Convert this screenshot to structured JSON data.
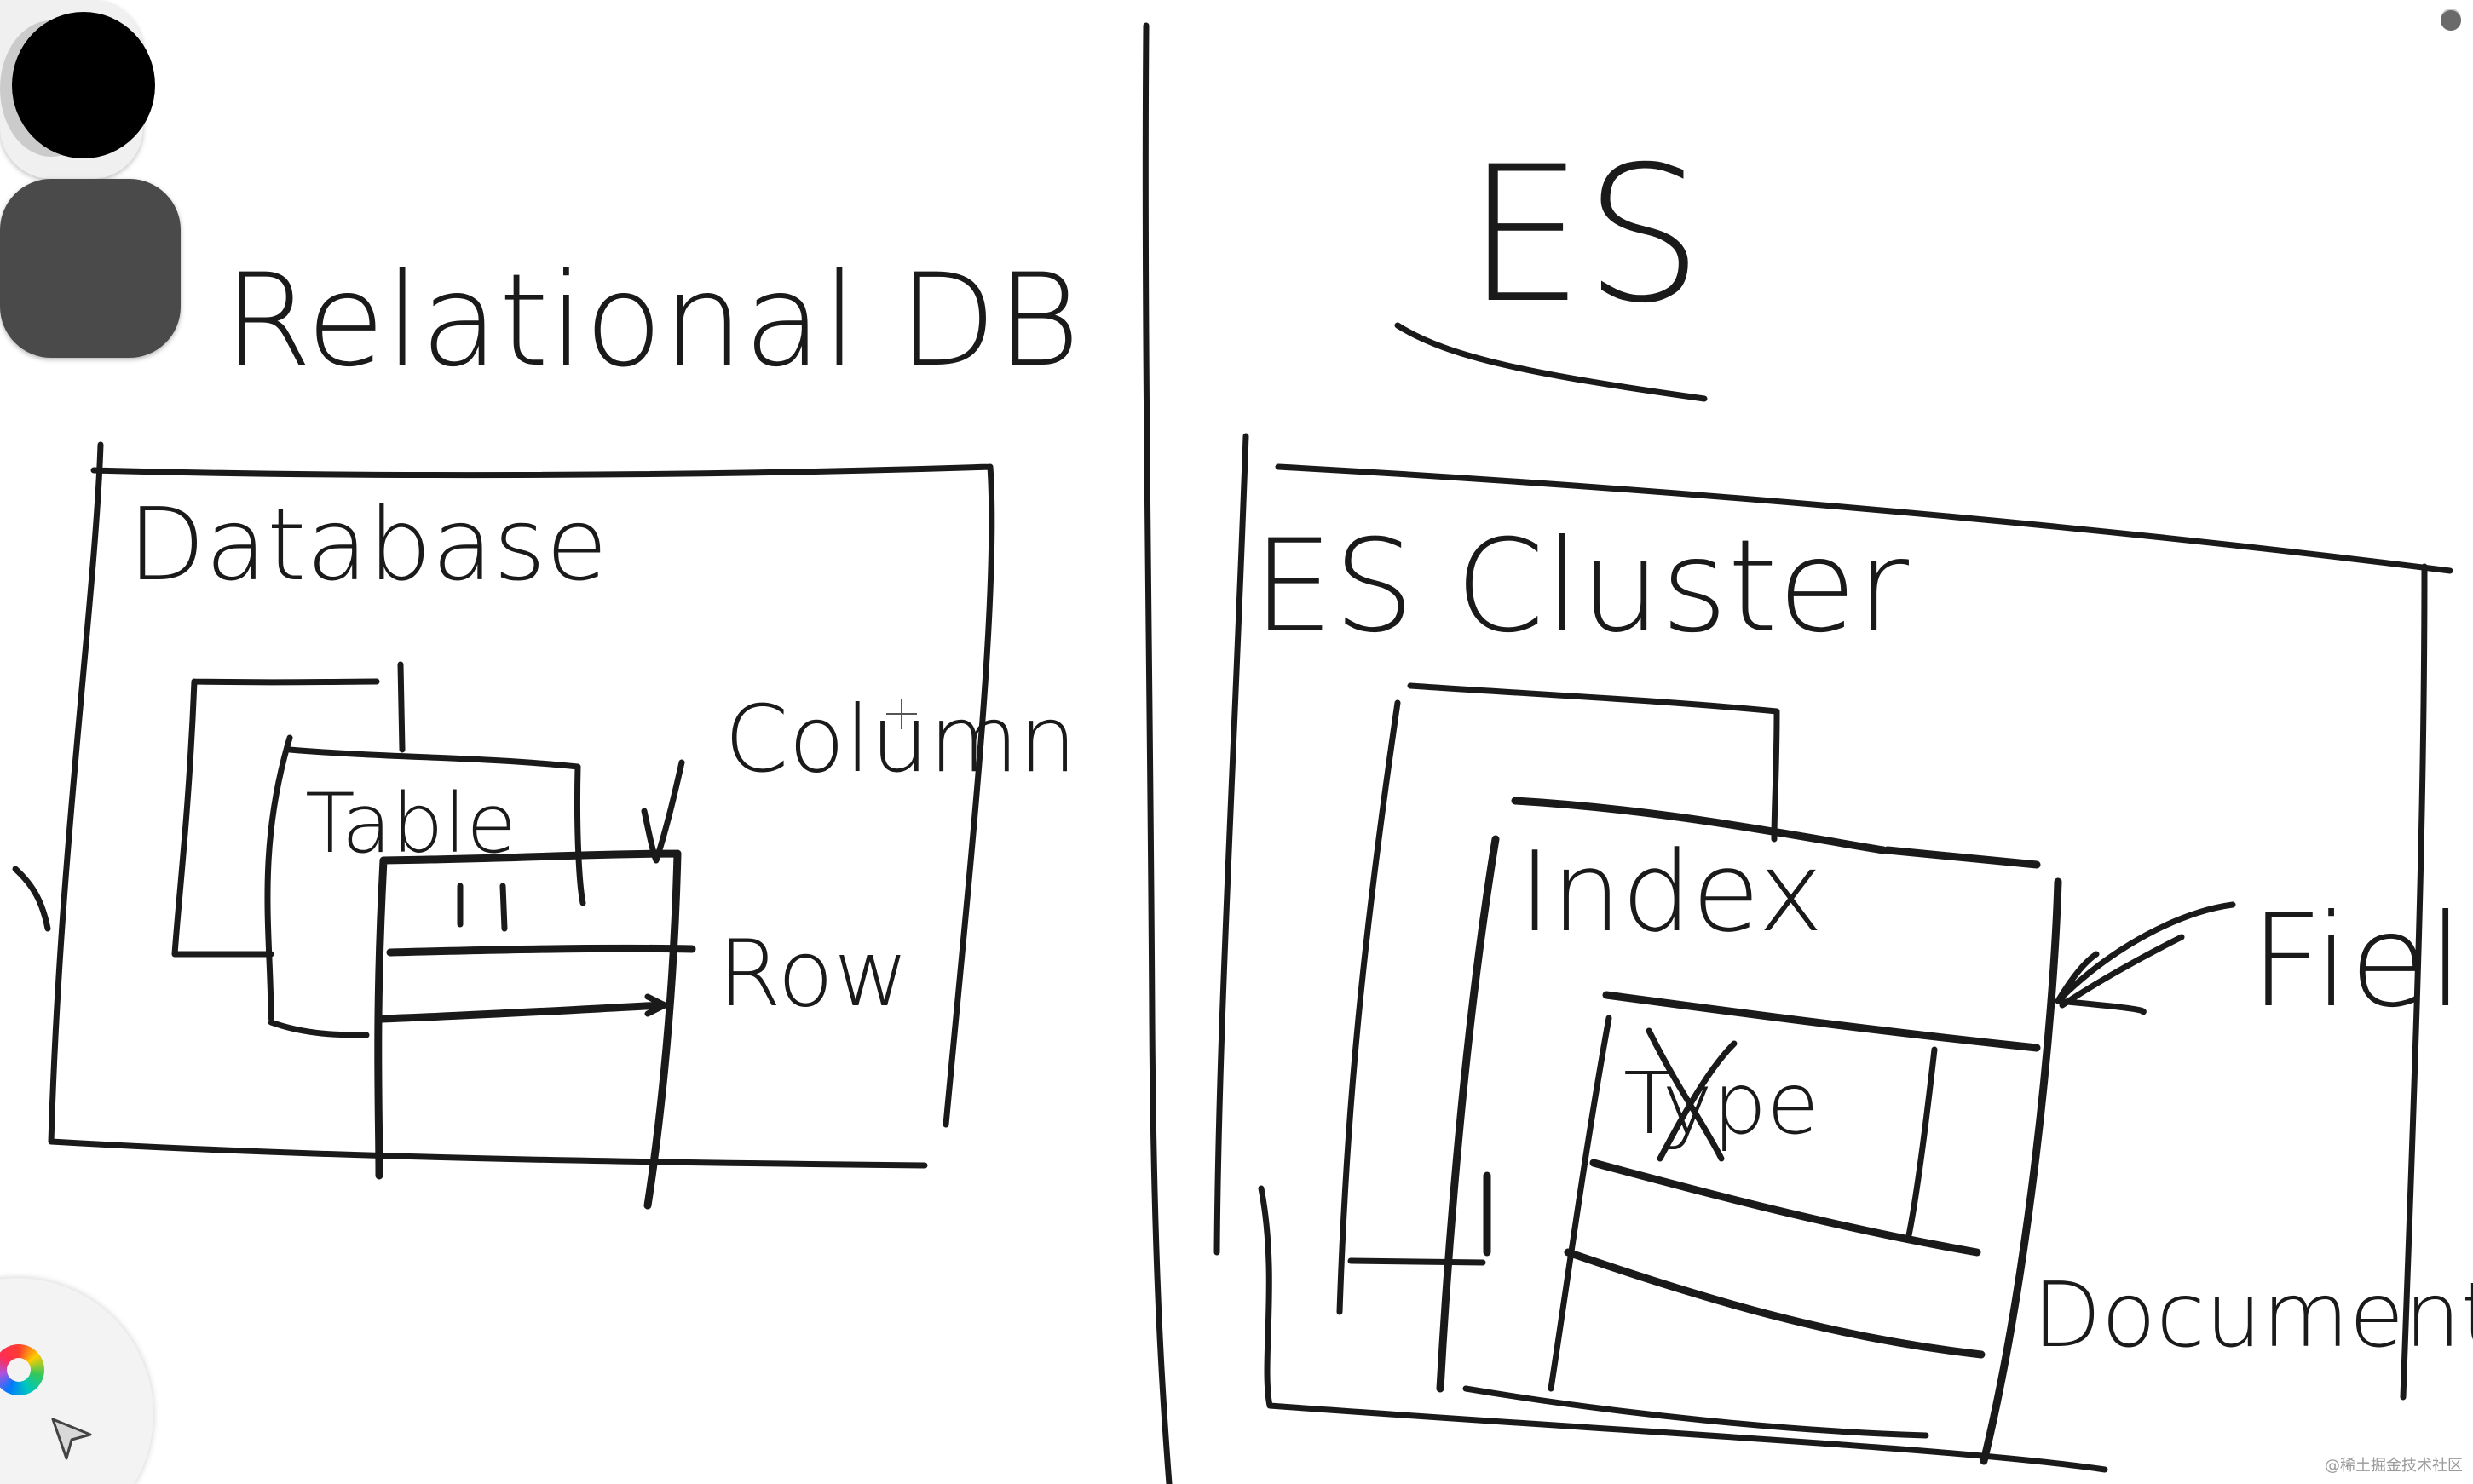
{
  "app": {
    "watermark": "@稀土掘金技术社区"
  },
  "left_diagram": {
    "title": "Relational DB",
    "box_label": "Database",
    "inner_label": "Table",
    "column_label": "Column",
    "row_label": "Row"
  },
  "right_diagram": {
    "title": "ES",
    "box_label": "ES Cluster",
    "inner_label": "Index",
    "type_label": "Type",
    "field_label": "Field",
    "document_label": "Document"
  },
  "toolbar": {
    "swatches": [
      {
        "name": "light-gray-swatch",
        "color": "#cbcbcb"
      },
      {
        "name": "black-swatch",
        "color": "#000000"
      }
    ],
    "tools": [
      "color-wheel-icon",
      "pointer-tool-icon"
    ]
  }
}
